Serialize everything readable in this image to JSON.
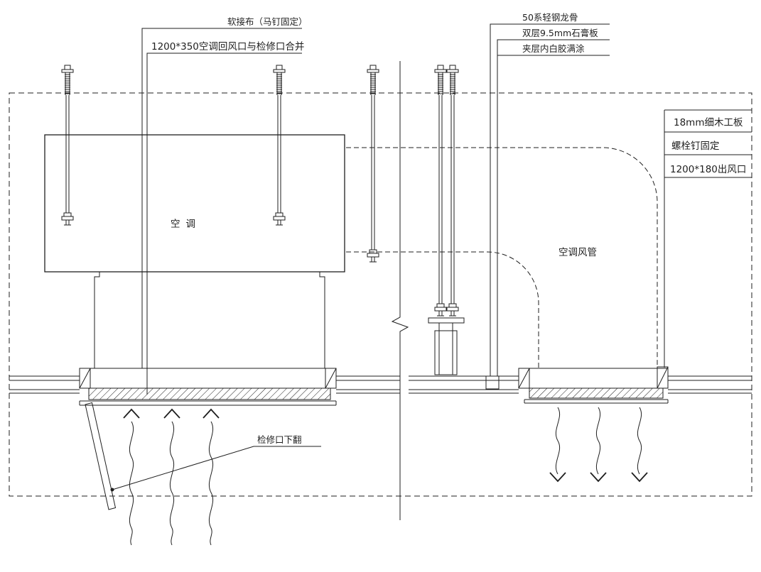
{
  "colors": {
    "line": "#1f1f1f",
    "background": "#ffffff"
  },
  "annotations": {
    "top_left": [
      {
        "label": "软接布（马钉固定）"
      },
      {
        "label": "1200*350空调回风口与检修口合并"
      }
    ],
    "top_right": [
      {
        "label": "50系轻钢龙骨"
      },
      {
        "label": "双层9.5mm石膏板"
      },
      {
        "label": "夹层内白胶满涂"
      }
    ],
    "right_stack": [
      {
        "label": "18mm细木工板"
      },
      {
        "label": "螺栓钉固定"
      },
      {
        "label": "1200*180出风口"
      }
    ],
    "ac_unit": "空调",
    "ac_duct": "空调风管",
    "access_panel": "检修口下翻"
  }
}
